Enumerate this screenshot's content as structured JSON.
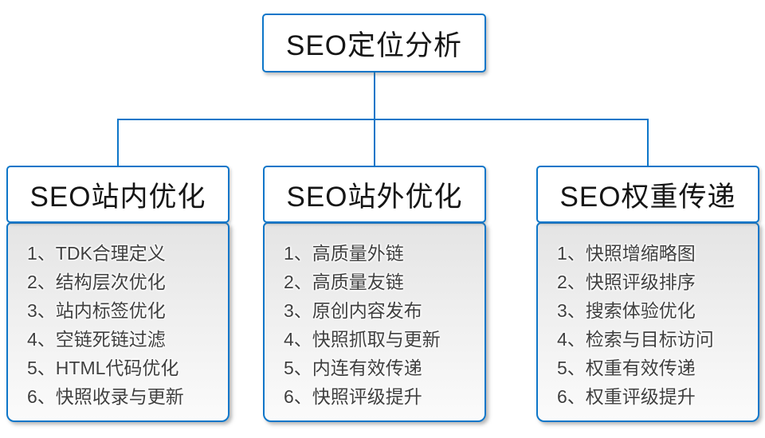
{
  "colors": {
    "accent_blue": "#0d76c9",
    "header_text": "#151515",
    "item_text": "#3f3f3f",
    "body_gradient_top": "#e4e4e4",
    "body_gradient_bottom": "#fbfbfb"
  },
  "root": {
    "title": "SEO定位分析"
  },
  "columns": [
    {
      "title": "SEO站内优化",
      "items": [
        "1、TDK合理定义",
        "2、结构层次优化",
        "3、站内标签优化",
        "4、空链死链过滤",
        "5、HTML代码优化",
        "6、快照收录与更新"
      ]
    },
    {
      "title": "SEO站外优化",
      "items": [
        "1、高质量外链",
        "2、高质量友链",
        "3、原创内容发布",
        "4、快照抓取与更新",
        "5、内连有效传递",
        "6、快照评级提升"
      ]
    },
    {
      "title": "SEO权重传递",
      "items": [
        "1、快照增缩略图",
        "2、快照评级排序",
        "3、搜索体验优化",
        "4、检索与目标访问",
        "5、权重有效传递",
        "6、权重评级提升"
      ]
    }
  ]
}
